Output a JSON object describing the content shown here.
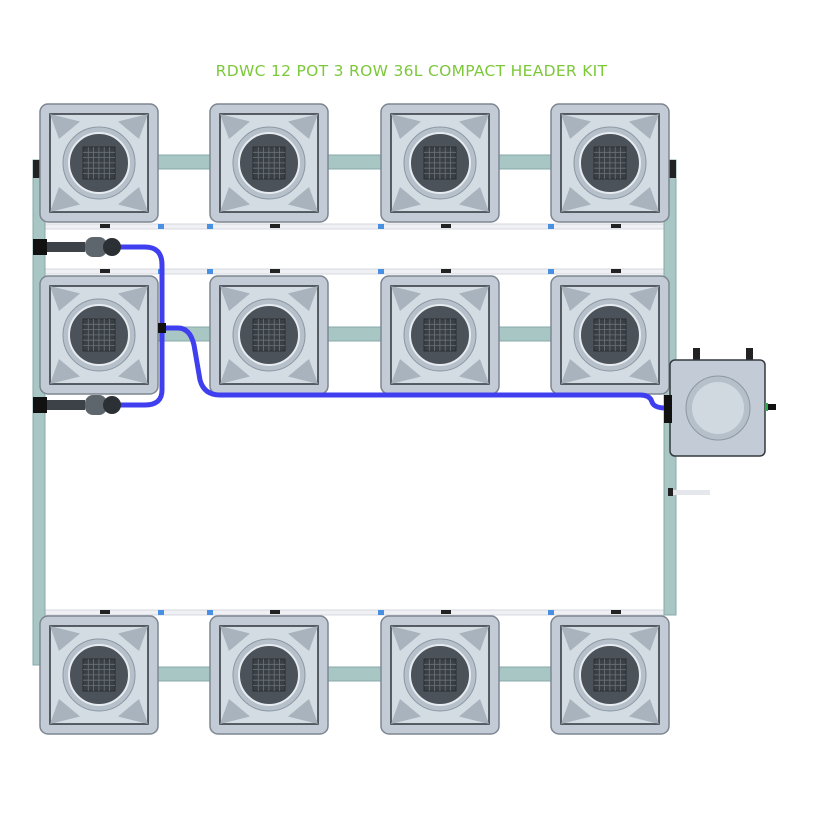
{
  "title": "RDWC 12 POT 3 ROW 36L COMPACT HEADER KIT",
  "colors": {
    "title": "#7cc83a",
    "pot_body": "#c3ccd6",
    "pot_inner": "#d3dbe3",
    "lid": "#4b5259",
    "pipe": "#a8c6c4",
    "hose": "#3f3ff0"
  },
  "layout": {
    "pot_rows": 3,
    "pots_per_row": 4,
    "header_tank_count": 1,
    "pump_count": 2
  }
}
